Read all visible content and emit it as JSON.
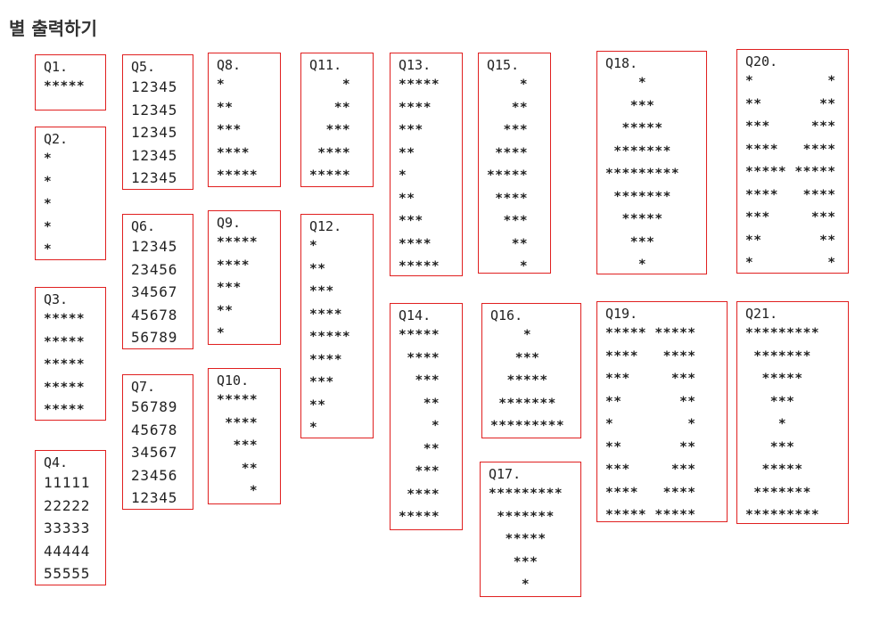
{
  "title": "별 출력하기",
  "questions": [
    {
      "id": "q1",
      "label": "Q1.",
      "lines": [
        "*****"
      ]
    },
    {
      "id": "q2",
      "label": "Q2.",
      "lines": [
        "*",
        "*",
        "*",
        "*",
        "*"
      ]
    },
    {
      "id": "q3",
      "label": "Q3.",
      "lines": [
        "*****",
        "*****",
        "*****",
        "*****",
        "*****"
      ]
    },
    {
      "id": "q4",
      "label": "Q4.",
      "lines": [
        "11111",
        "22222",
        "33333",
        "44444",
        "55555"
      ]
    },
    {
      "id": "q5",
      "label": "Q5.",
      "lines": [
        "12345",
        "12345",
        "12345",
        "12345",
        "12345"
      ]
    },
    {
      "id": "q6",
      "label": "Q6.",
      "lines": [
        "12345",
        "23456",
        "34567",
        "45678",
        "56789"
      ]
    },
    {
      "id": "q7",
      "label": "Q7.",
      "lines": [
        "56789",
        "45678",
        "34567",
        "23456",
        "12345"
      ]
    },
    {
      "id": "q8",
      "label": "Q8.",
      "lines": [
        "*",
        "**",
        "***",
        "****",
        "*****"
      ]
    },
    {
      "id": "q9",
      "label": "Q9.",
      "lines": [
        "*****",
        "****",
        "***",
        "**",
        "*"
      ]
    },
    {
      "id": "q10",
      "label": "Q10.",
      "lines": [
        "*****",
        " ****",
        "  ***",
        "   **",
        "    *"
      ]
    },
    {
      "id": "q11",
      "label": "Q11.",
      "lines": [
        "    *",
        "   **",
        "  ***",
        " ****",
        "*****"
      ]
    },
    {
      "id": "q12",
      "label": "Q12.",
      "lines": [
        "*",
        "**",
        "***",
        "****",
        "*****",
        "****",
        "***",
        "**",
        "*"
      ]
    },
    {
      "id": "q13",
      "label": "Q13.",
      "lines": [
        "*****",
        "****",
        "***",
        "**",
        "*",
        "**",
        "***",
        "****",
        "*****"
      ]
    },
    {
      "id": "q14",
      "label": "Q14.",
      "lines": [
        "*****",
        " ****",
        "  ***",
        "   **",
        "    *",
        "   **",
        "  ***",
        " ****",
        "*****"
      ]
    },
    {
      "id": "q15",
      "label": "Q15.",
      "lines": [
        "    *",
        "   **",
        "  ***",
        " ****",
        "*****",
        " ****",
        "  ***",
        "   **",
        "    *"
      ]
    },
    {
      "id": "q16",
      "label": "Q16.",
      "lines": [
        "    *",
        "   ***",
        "  *****",
        " *******",
        "*********"
      ]
    },
    {
      "id": "q17",
      "label": "Q17.",
      "lines": [
        "*********",
        " *******",
        "  *****",
        "   ***",
        "    *"
      ]
    },
    {
      "id": "q18",
      "label": "Q18.",
      "lines": [
        "    *",
        "   ***",
        "  *****",
        " *******",
        "*********",
        " *******",
        "  *****",
        "   ***",
        "    *"
      ]
    },
    {
      "id": "q19",
      "label": "Q19.",
      "lines": [
        "***** *****",
        "****   ****",
        "***     ***",
        "**       **",
        "*         *",
        "**       **",
        "***     ***",
        "****   ****",
        "***** *****"
      ]
    },
    {
      "id": "q20",
      "label": "Q20.",
      "lines": [
        "*         *",
        "**       **",
        "***     ***",
        "****   ****",
        "***** *****",
        "****   ****",
        "***     ***",
        "**       **",
        "*         *"
      ]
    },
    {
      "id": "q21",
      "label": "Q21.",
      "lines": [
        "*********",
        " *******",
        "  *****",
        "   ***",
        "    *",
        "   ***",
        "  *****",
        " *******",
        "*********"
      ]
    }
  ]
}
